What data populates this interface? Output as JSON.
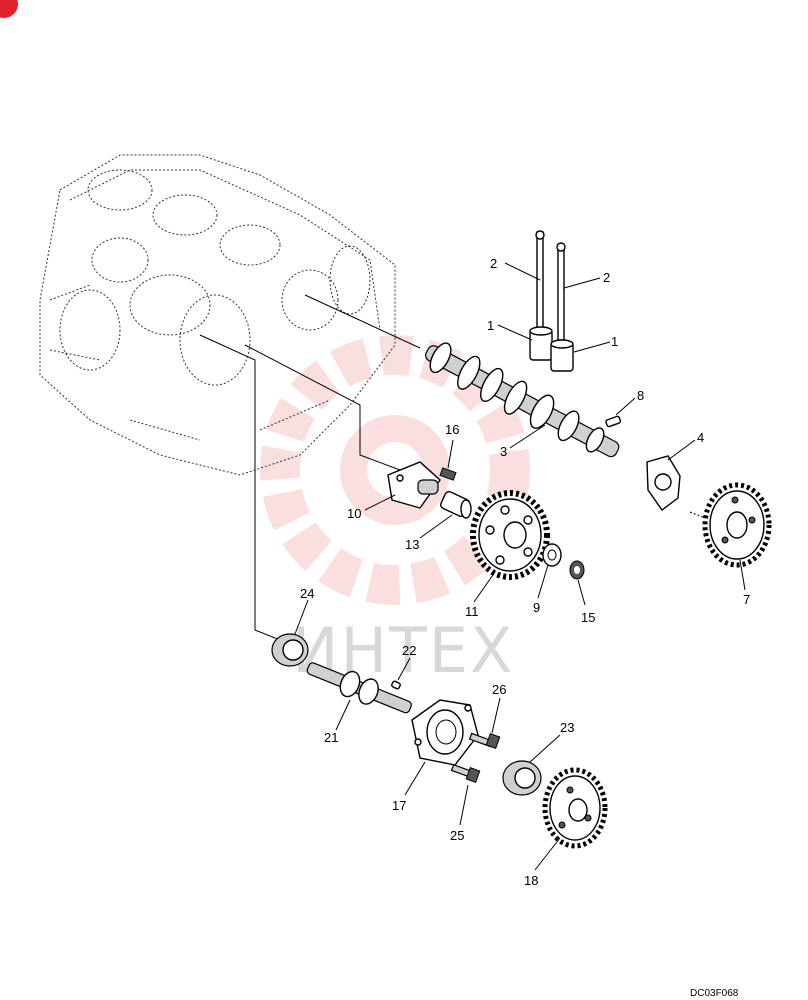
{
  "watermark": "ИНТЕХ",
  "figure_code": "DC03F068",
  "callouts": [
    {
      "id": "c2a",
      "text": "2"
    },
    {
      "id": "c2b",
      "text": "2"
    },
    {
      "id": "c1a",
      "text": "1"
    },
    {
      "id": "c1b",
      "text": "1"
    },
    {
      "id": "c8",
      "text": "8"
    },
    {
      "id": "c3",
      "text": "3"
    },
    {
      "id": "c4",
      "text": "4"
    },
    {
      "id": "c16",
      "text": "16"
    },
    {
      "id": "c10",
      "text": "10"
    },
    {
      "id": "c13",
      "text": "13"
    },
    {
      "id": "c11",
      "text": "11"
    },
    {
      "id": "c9",
      "text": "9"
    },
    {
      "id": "c15",
      "text": "15"
    },
    {
      "id": "c7",
      "text": "7"
    },
    {
      "id": "c24",
      "text": "24"
    },
    {
      "id": "c22",
      "text": "22"
    },
    {
      "id": "c21",
      "text": "21"
    },
    {
      "id": "c26",
      "text": "26"
    },
    {
      "id": "c23",
      "text": "23"
    },
    {
      "id": "c17",
      "text": "17"
    },
    {
      "id": "c25",
      "text": "25"
    },
    {
      "id": "c18",
      "text": "18"
    }
  ],
  "colors": {
    "watermark_red": "#f2a4a4",
    "logo_red": "#e0202a"
  }
}
